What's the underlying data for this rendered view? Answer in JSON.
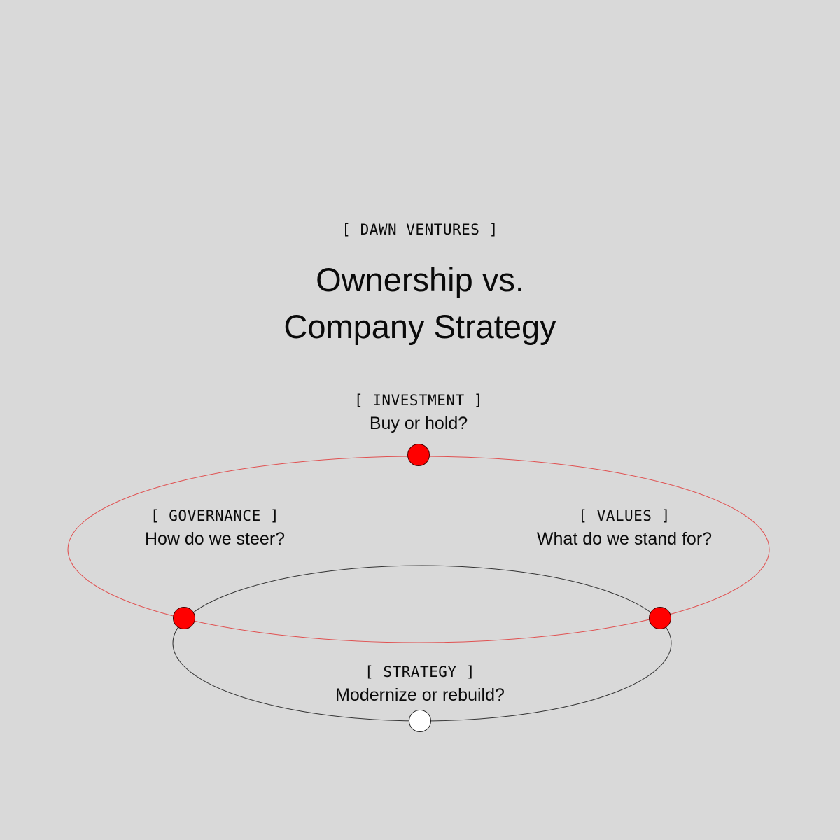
{
  "header": {
    "brand_tag": "[ DAWN VENTURES ]",
    "title_line1": "Ownership vs.",
    "title_line2": "Company Strategy"
  },
  "nodes": {
    "investment": {
      "tag": "[ INVESTMENT ]",
      "question": "Buy or hold?"
    },
    "governance": {
      "tag": "[ GOVERNANCE ]",
      "question": "How do we steer?"
    },
    "values": {
      "tag": "[ VALUES ]",
      "question": "What do we stand for?"
    },
    "strategy": {
      "tag": "[ STRATEGY ]",
      "question": "Modernize or rebuild?"
    }
  },
  "colors": {
    "background": "#d9d9d9",
    "accent": "#ff0000",
    "outer_ring": "#e05050",
    "inner_ring": "#333333",
    "text": "#0a0a0a",
    "inactive_dot": "#ffffff"
  }
}
